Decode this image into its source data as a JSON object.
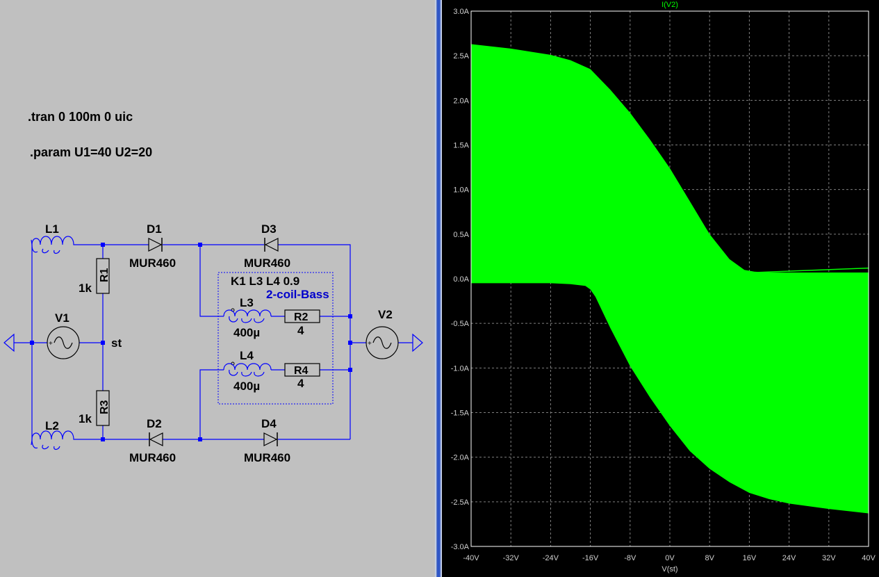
{
  "schematic": {
    "directives": {
      "tran": ".tran 0 100m 0 uic",
      "param": ".param U1=40 U2=20",
      "coupling": "K1 L3 L4 0.9",
      "model": "2-coil-Bass"
    },
    "components": {
      "L1": {
        "name": "L1"
      },
      "L2": {
        "name": "L2"
      },
      "L3": {
        "name": "L3",
        "value": "400µ"
      },
      "L4": {
        "name": "L4",
        "value": "400µ"
      },
      "R1": {
        "name": "R1",
        "value": "1k"
      },
      "R3": {
        "name": "R3",
        "value": "1k"
      },
      "R2": {
        "name": "R2",
        "value": "4"
      },
      "R4": {
        "name": "R4",
        "value": "4"
      },
      "D1": {
        "name": "D1",
        "value": "MUR460"
      },
      "D2": {
        "name": "D2",
        "value": "MUR460"
      },
      "D3": {
        "name": "D3",
        "value": "MUR460"
      },
      "D4": {
        "name": "D4",
        "value": "MUR460"
      },
      "V1": {
        "name": "V1"
      },
      "V2": {
        "name": "V2"
      }
    },
    "net_label": "st"
  },
  "plot": {
    "trace_label": "I(V2)",
    "x_axis_label": "V(st)",
    "trace_color": "#00ff00",
    "background_color": "#000000"
  },
  "chart_data": {
    "type": "area",
    "title": "I(V2)",
    "xlabel": "V(st)",
    "ylabel": "",
    "xlim": [
      -40,
      40
    ],
    "ylim": [
      -3.0,
      3.0
    ],
    "x_ticks": [
      "-40V",
      "-32V",
      "-24V",
      "-16V",
      "-8V",
      "0V",
      "8V",
      "16V",
      "24V",
      "32V",
      "40V"
    ],
    "y_ticks": [
      "3.0A",
      "2.5A",
      "2.0A",
      "1.5A",
      "1.0A",
      "0.5A",
      "0.0A",
      "-0.5A",
      "-1.0A",
      "-1.5A",
      "-2.0A",
      "-2.5A",
      "-3.0A"
    ],
    "grid": true,
    "series": [
      {
        "name": "I(V2)",
        "upper_envelope": {
          "x": [
            -40,
            -32,
            -24,
            -20,
            -16,
            -12,
            -8,
            -4,
            0,
            4,
            8,
            12,
            15,
            17,
            20,
            24,
            32,
            40
          ],
          "y": [
            2.63,
            2.58,
            2.51,
            2.45,
            2.35,
            2.12,
            1.86,
            1.56,
            1.24,
            0.87,
            0.5,
            0.22,
            0.1,
            0.08,
            0.07,
            0.07,
            0.07,
            0.07
          ]
        },
        "lower_envelope": {
          "x": [
            -40,
            -32,
            -24,
            -20,
            -17,
            -16,
            -15,
            -12,
            -8,
            -4,
            0,
            4,
            8,
            12,
            16,
            20,
            24,
            32,
            40
          ],
          "y": [
            -0.05,
            -0.05,
            -0.05,
            -0.06,
            -0.08,
            -0.12,
            -0.2,
            -0.55,
            -0.98,
            -1.33,
            -1.65,
            -1.93,
            -2.13,
            -2.28,
            -2.4,
            -2.47,
            -2.52,
            -2.58,
            -2.63
          ]
        },
        "right_tail": {
          "x": [
            17,
            40
          ],
          "y": [
            0.07,
            0.12
          ]
        },
        "color": "#00ff00"
      }
    ]
  }
}
